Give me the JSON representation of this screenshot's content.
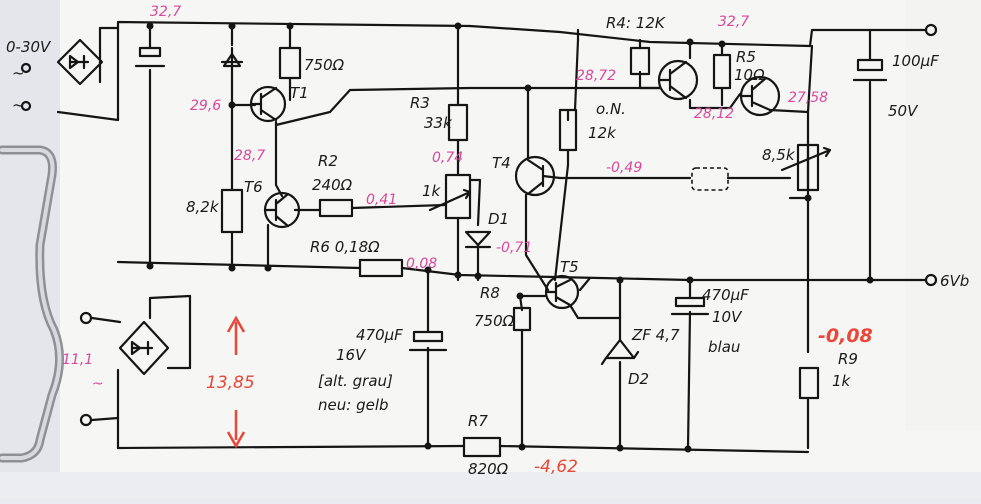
{
  "colors": {
    "paper": "#f6f6f4",
    "ink": "#151515",
    "pink": "#d9489b",
    "red": "#e8473a",
    "table": "#e9ebf0"
  },
  "labels": {
    "ac_in_top": "0-30V",
    "tilde": "~",
    "t1": "T1",
    "r750": "750Ω",
    "t6": "T6",
    "r2_name": "R2",
    "r2_val": "240Ω",
    "r8k2": "8,2k",
    "r3_name": "R3",
    "r3_val": "33k",
    "pot1k": "1k",
    "t4": "T4",
    "on": "o.N.",
    "r12k": "12k",
    "r4": "R4: 12K",
    "r5_name": "R5",
    "r5_val": "10Ω",
    "pot_val": "8,5k",
    "cap_top": "100μF",
    "cap_top_v": "50V",
    "d1": "D1",
    "r6": "R6 0,18Ω",
    "out": "6Vb",
    "t5": "T5",
    "r8_name": "R8",
    "r8_val": "750Ω",
    "c470a": "470μF",
    "c470a_v": "16V",
    "c_note1": "[alt. grau]",
    "c_note2": "neu: gelb",
    "zener": "ZF 4,7",
    "d2": "D2",
    "c470b": "470μF",
    "c470b_v": "10V",
    "c470b_note": "blau",
    "r9_name": "R9",
    "r9_val": "1k",
    "r7_name": "R7",
    "r7_val": "820Ω"
  },
  "pink_values": {
    "v32_7a": "32,7",
    "v29_6": "29,6",
    "v28_7": "28,7",
    "v0_41": "0,41",
    "v0_74": "0,74",
    "v0_71": "-0,71",
    "v28_72": "28,72",
    "v32_7b": "32,7",
    "v28_12": "28,12",
    "v27_58": "27,58",
    "vm049": "-0,49",
    "v0_08": "0,08",
    "v11_1": "11,1"
  },
  "red_values": {
    "v13_85": "13,85",
    "vm4_62": "-4,62",
    "vm0_08": "-0,08"
  }
}
